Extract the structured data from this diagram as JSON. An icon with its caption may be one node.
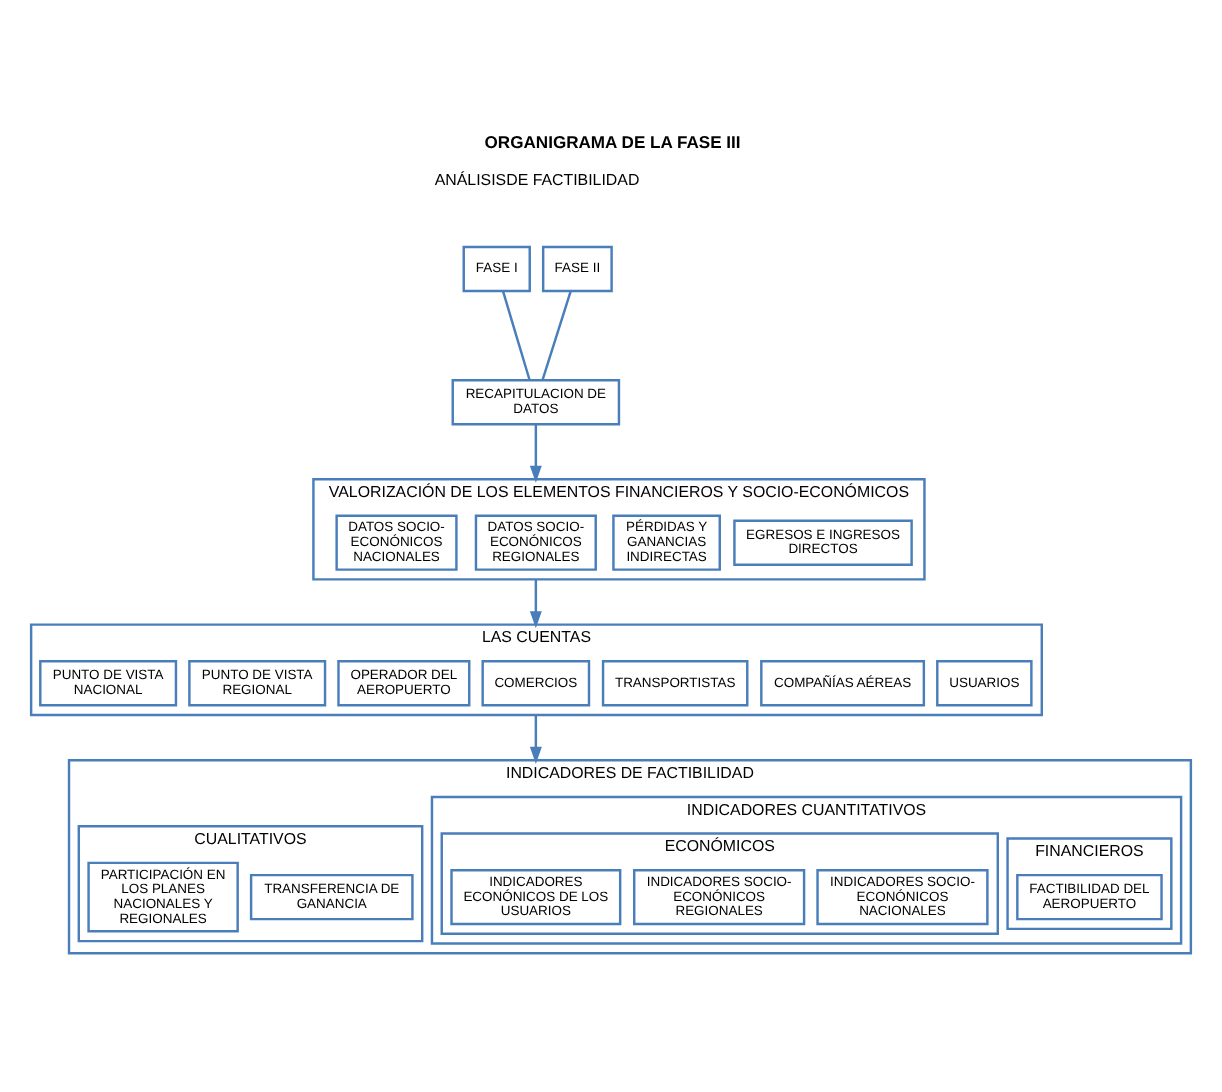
{
  "diagram": {
    "title": "ORGANIGRAMA DE LA FASE III",
    "nodes": [
      {
        "text": [
          "FASE I"
        ]
      },
      {
        "text": [
          "FASE II"
        ]
      },
      {
        "text": [
          "RECAPITULACION DE DATOS"
        ]
      },
      {
        "text": [
          "VALORIZACIÓN DE LOS ELEMENTOS FINANCIEROS Y SOCIO-ECONÓMICOS"
        ]
      },
      {
        "text": [
          "EGRESOS E INGRESOS DIRECTOS"
        ],
        "in": 3
      },
      {
        "text": [
          "PÉRDIDAS Y GANANCIAS INDIRECTAS"
        ],
        "in": 3
      },
      {
        "text": [
          "DATOS SOCIO-ECONÓNICOS REGIONALES"
        ],
        "in": 3
      },
      {
        "text": [
          "DATOS SOCIO-ECONÓNICOS NACIONALES"
        ],
        "in": 3
      },
      {
        "text": [
          "LAS CUENTAS"
        ]
      },
      {
        "text": [
          "USUARIOS"
        ],
        "in": 8
      },
      {
        "text": [
          "COMPAÑÍAS AÉREAS"
        ],
        "in": 8
      },
      {
        "text": [
          "TRANSPORTISTAS"
        ],
        "in": 8
      },
      {
        "text": [
          "COMERCIOS"
        ],
        "in": 8
      },
      {
        "text": [
          "OPERADOR DEL AEROPUERTO"
        ],
        "in": 8
      },
      {
        "text": [
          "PUNTO DE VISTA REGIONAL"
        ],
        "in": 8
      },
      {
        "text": [
          "PUNTO DE VISTA NACIONAL"
        ],
        "in": 8
      },
      {
        "text": [
          "INDICADORES DE FACTIBILIDAD"
        ]
      },
      {
        "text": [
          "INDICADORES CUANTITATIVOS"
        ],
        "in": 16
      },
      {
        "text": [
          "FINANCIEROS"
        ],
        "in": 17
      },
      {
        "text": [
          "FACTIBILIDAD DEL AEROPUERTO"
        ],
        "in": 18
      },
      {
        "text": [
          "ECONÓMICOS"
        ],
        "in": 17
      },
      {
        "text": [
          "INDICADORES SOCIO-ECONÓNICOS NACIONALES"
        ],
        "in": 20
      },
      {
        "text": [
          "INDICADORES SOCIO-ECONÓNICOS REGIONALES"
        ],
        "in": 20
      },
      {
        "text": [
          "INDICADORES ECONÓNICOS DE LOS USUARIOS"
        ],
        "in": 20
      },
      {
        "text": [
          "CUALITATIVOS"
        ],
        "in": 16
      },
      {
        "text": [
          "TRANSFERENCIA DE GANANCIA"
        ],
        "in": 24
      },
      {
        "text": [
          "PARTICIPACIÓN EN LOS PLANES NACIONALES Y REGIONALES"
        ],
        "in": 24
      }
    ],
    "edges": [
      {
        "from": 0,
        "to": 2,
        "arrow": "none"
      },
      {
        "from": 1,
        "to": 2,
        "arrow": "none"
      },
      {
        "from": 2,
        "to": 3,
        "arrow": "to"
      },
      {
        "from": 3,
        "to": 8,
        "arrow": "to"
      },
      {
        "from": 8,
        "to": 16,
        "arrow": "to"
      }
    ],
    "labels": [
      "ANÁLISISDE FACTIBILIDAD"
    ]
  }
}
